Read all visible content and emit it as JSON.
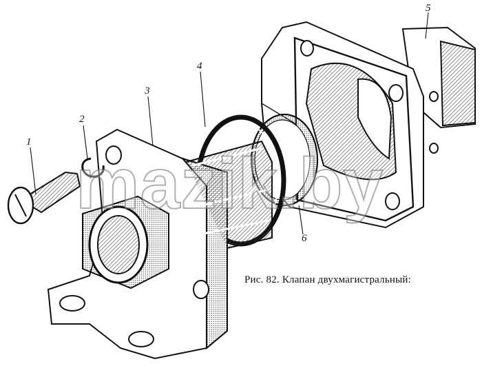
{
  "figure": {
    "caption": "Рис. 82. Клапан двухмагистральный:",
    "watermark": "mazik.by",
    "callouts": [
      "1",
      "2",
      "3",
      "4",
      "5",
      "6"
    ]
  },
  "parts": [
    {
      "number": "1",
      "kind": "screw"
    },
    {
      "number": "2",
      "kind": "spring-clip"
    },
    {
      "number": "3",
      "kind": "valve-housing-with-nut"
    },
    {
      "number": "4",
      "kind": "o-ring"
    },
    {
      "number": "5",
      "kind": "valve-body"
    },
    {
      "number": "6",
      "kind": "diaphragm"
    }
  ],
  "colors": {
    "ink": "#111111",
    "paper": "#ffffff",
    "shade": "#555555"
  }
}
